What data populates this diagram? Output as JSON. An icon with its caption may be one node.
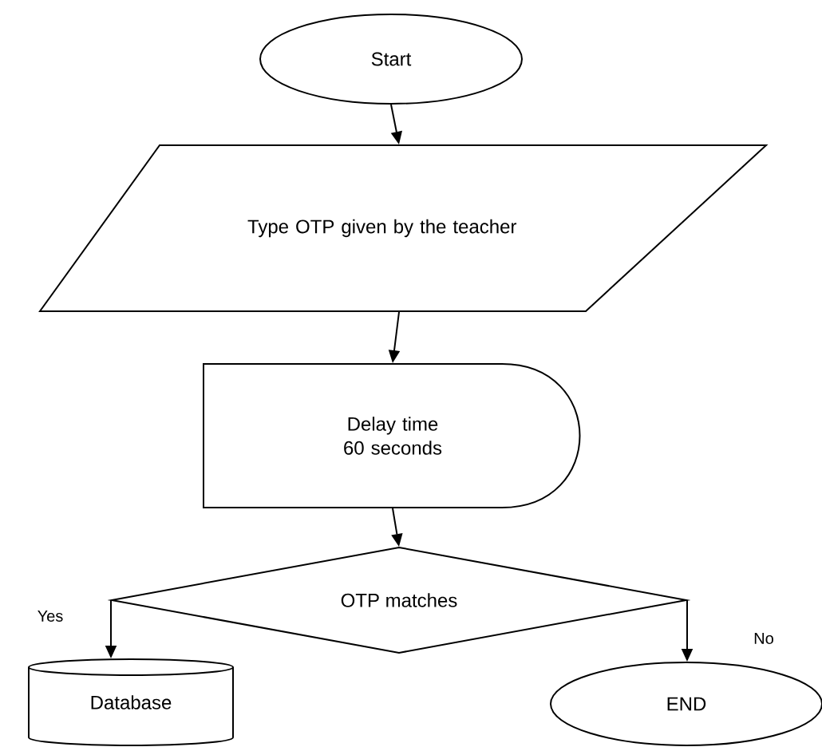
{
  "diagram": {
    "nodes": [
      {
        "text": [
          "Start"
        ]
      },
      {
        "text": [
          "Type OTP given by the teacher"
        ]
      },
      {
        "text": [
          "Delay time 60 seconds"
        ]
      },
      {
        "text": [
          "OTP matches"
        ]
      },
      {
        "text": [
          "Database"
        ]
      },
      {
        "text": [
          "END"
        ]
      }
    ],
    "edges": [
      {
        "from": 0,
        "to": 1,
        "arrow": "to"
      },
      {
        "from": 1,
        "to": 2,
        "arrow": "to"
      },
      {
        "from": 2,
        "to": 3,
        "arrow": "to"
      },
      {
        "from": 3,
        "to": 4,
        "arrow": "to",
        "label": "Yes"
      },
      {
        "from": 3,
        "to": 5,
        "arrow": "to",
        "label": "No"
      }
    ]
  }
}
